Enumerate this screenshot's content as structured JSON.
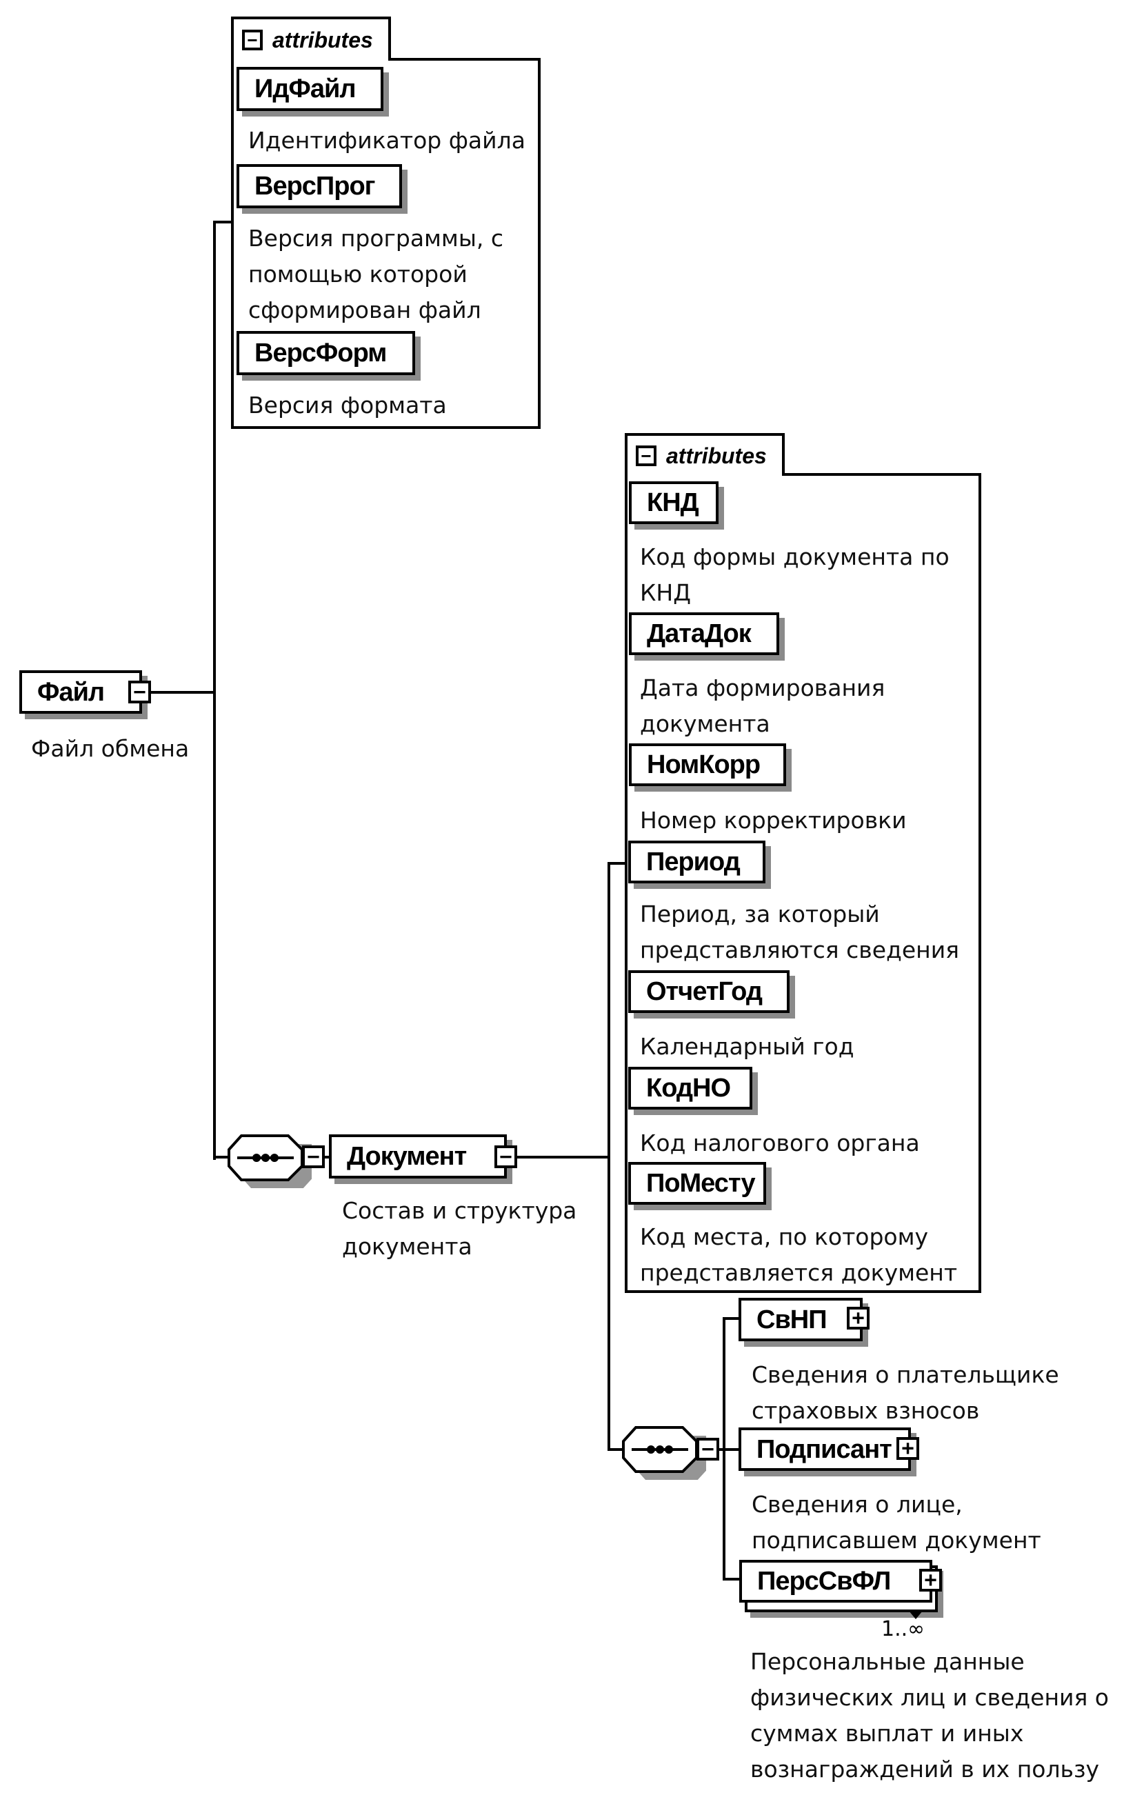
{
  "root": {
    "name": "Файл",
    "description": "Файл обмена",
    "toggle": "−"
  },
  "root_attributes": {
    "header": "attributes",
    "toggle": "−",
    "items": [
      {
        "name": "ИдФайл",
        "description": "Идентификатор файла"
      },
      {
        "name": "ВерсПрог",
        "description": "Версия программы, с\nпомощью которой\nсформирован файл"
      },
      {
        "name": "ВерсФорм",
        "description": "Версия формата"
      }
    ]
  },
  "document": {
    "name": "Документ",
    "description": "Состав и структура\nдокумента",
    "toggle": "−",
    "sequence_toggle": "−"
  },
  "document_attributes": {
    "header": "attributes",
    "toggle": "−",
    "items": [
      {
        "name": "КНД",
        "description": "Код формы документа по\nКНД"
      },
      {
        "name": "ДатаДок",
        "description": "Дата формирования\nдокумента"
      },
      {
        "name": "НомКорр",
        "description": "Номер корректировки"
      },
      {
        "name": "Период",
        "description": "Период, за который\nпредставляются сведения"
      },
      {
        "name": "ОтчетГод",
        "description": "Календарный год"
      },
      {
        "name": "КодНО",
        "description": "Код налогового органа"
      },
      {
        "name": "ПоМесту",
        "description": "Код места, по которому\nпредставляется документ"
      }
    ]
  },
  "document_children": {
    "sequence_toggle": "−",
    "items": [
      {
        "name": "СвНП",
        "toggle": "+",
        "description": "Сведения о плательщике\nстраховых взносов"
      },
      {
        "name": "Подписант",
        "toggle": "+",
        "description": "Сведения о лице,\nподписавшем документ"
      },
      {
        "name": "ПерсСвФЛ",
        "toggle": "+",
        "multiplicity": "1..∞",
        "description": "Персональные данные\nфизических лиц и сведения о\nсуммах выплат и иных\nвознаграждений в их пользу"
      }
    ]
  }
}
